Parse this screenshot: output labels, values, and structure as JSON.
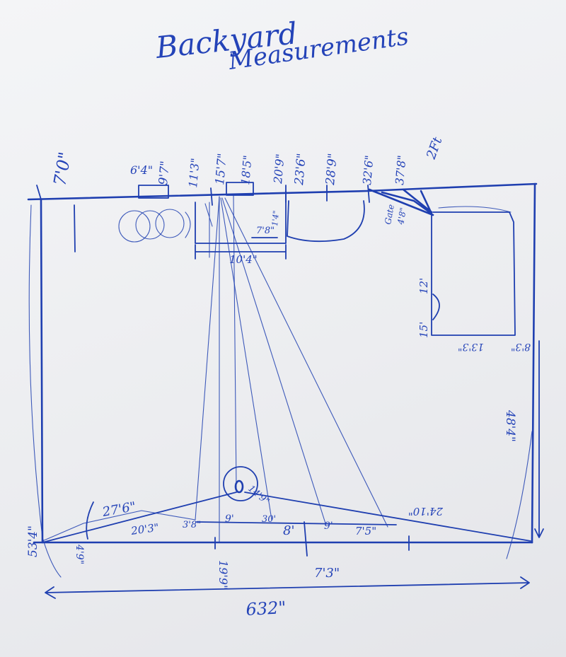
{
  "title_line1": "Backyard",
  "title_line2": "Measurements",
  "labels": {
    "top_7_0": "7'0\"",
    "top_6_4": "6'4\"",
    "top_9_7": "9'7\"",
    "top_11_3": "11'3\"",
    "top_15_7": "15'7\"",
    "top_18_5": "18'5\"",
    "top_20_9": "20'9\"",
    "top_23_6": "23'6\"",
    "top_28_9": "28'9\"",
    "top_32_6": "32'6\"",
    "top_37_8": "37'8\"",
    "top_2ft": "2Ft",
    "gate": "Gate",
    "gate_4_8": "4'8\"",
    "shed_width": "10'4\"",
    "shed_depth": "7'8\"",
    "shed_small": "1'4\"",
    "right_12": "12'",
    "right_15": "15'",
    "right_13_3a": "13'3\"",
    "right_8_3": "8'3\"",
    "right_side": "48'4\"",
    "left_side": "53'4\"",
    "bottom_27_6": "27'6\"",
    "bottom_20_3": "20'3\"",
    "bottom_4_9": "4'9\"",
    "bottom_3_8": "3'8\"",
    "bottom_14_9": "14'9\"",
    "bottom_9": "9'",
    "bottom_30": "30'",
    "bottom_24_10": "24'10\"",
    "bottom_7_5": "7'5\"",
    "bottom_19_9": "19'9\"",
    "bottom_7_3": "7'3\"",
    "bottom_8": "8'",
    "bottom_9b": "9'",
    "bottom_total": "632\""
  }
}
